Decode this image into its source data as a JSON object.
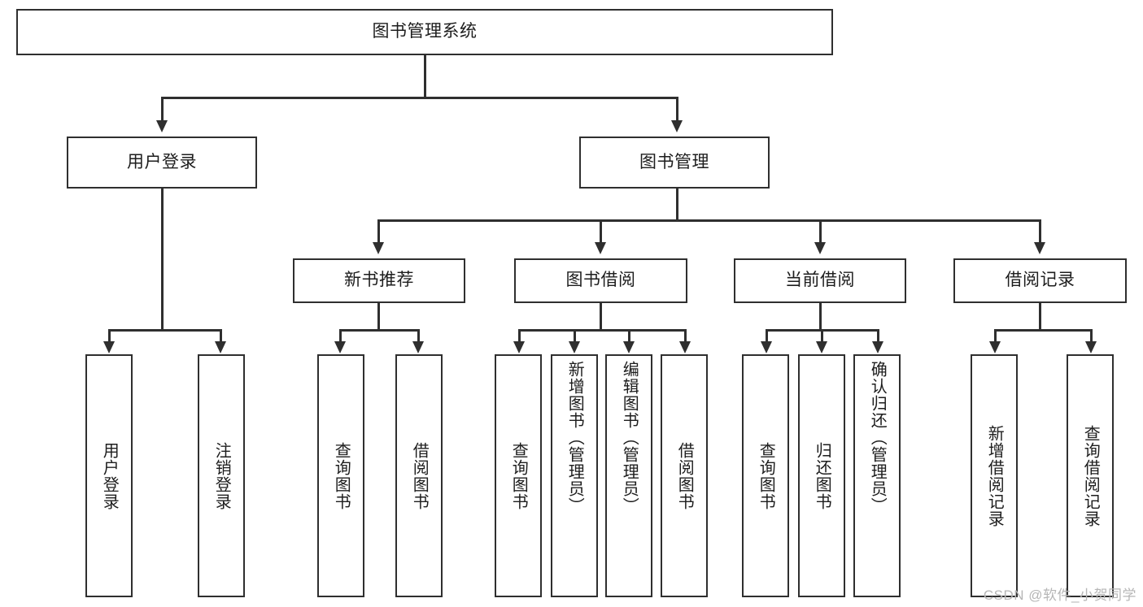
{
  "diagram": {
    "title": "图书管理系统",
    "type": "tree-hierarchy-chart",
    "root": {
      "label": "图书管理系统"
    },
    "level2": [
      {
        "label": "用户登录"
      },
      {
        "label": "图书管理"
      }
    ],
    "level3": [
      {
        "label": "新书推荐"
      },
      {
        "label": "图书借阅"
      },
      {
        "label": "当前借阅"
      },
      {
        "label": "借阅记录"
      }
    ],
    "leaves": [
      {
        "label": "用户登录"
      },
      {
        "label": "注销登录"
      },
      {
        "label": "查询图书"
      },
      {
        "label": "借阅图书"
      },
      {
        "label": "查询图书"
      },
      {
        "label": "新增图书（管理员）"
      },
      {
        "label": "编辑图书（管理员）"
      },
      {
        "label": "借阅图书"
      },
      {
        "label": "查询图书"
      },
      {
        "label": "归还图书"
      },
      {
        "label": "确认归还（管理员）"
      },
      {
        "label": "新增借阅记录"
      },
      {
        "label": "查询借阅记录"
      }
    ],
    "watermark": "CSDN @软件_小贺同学",
    "colors": {
      "stroke": "#2f2f2f",
      "fill": "#ffffff",
      "text": "#1d1d1d",
      "watermark": "#b6b6b6"
    }
  }
}
